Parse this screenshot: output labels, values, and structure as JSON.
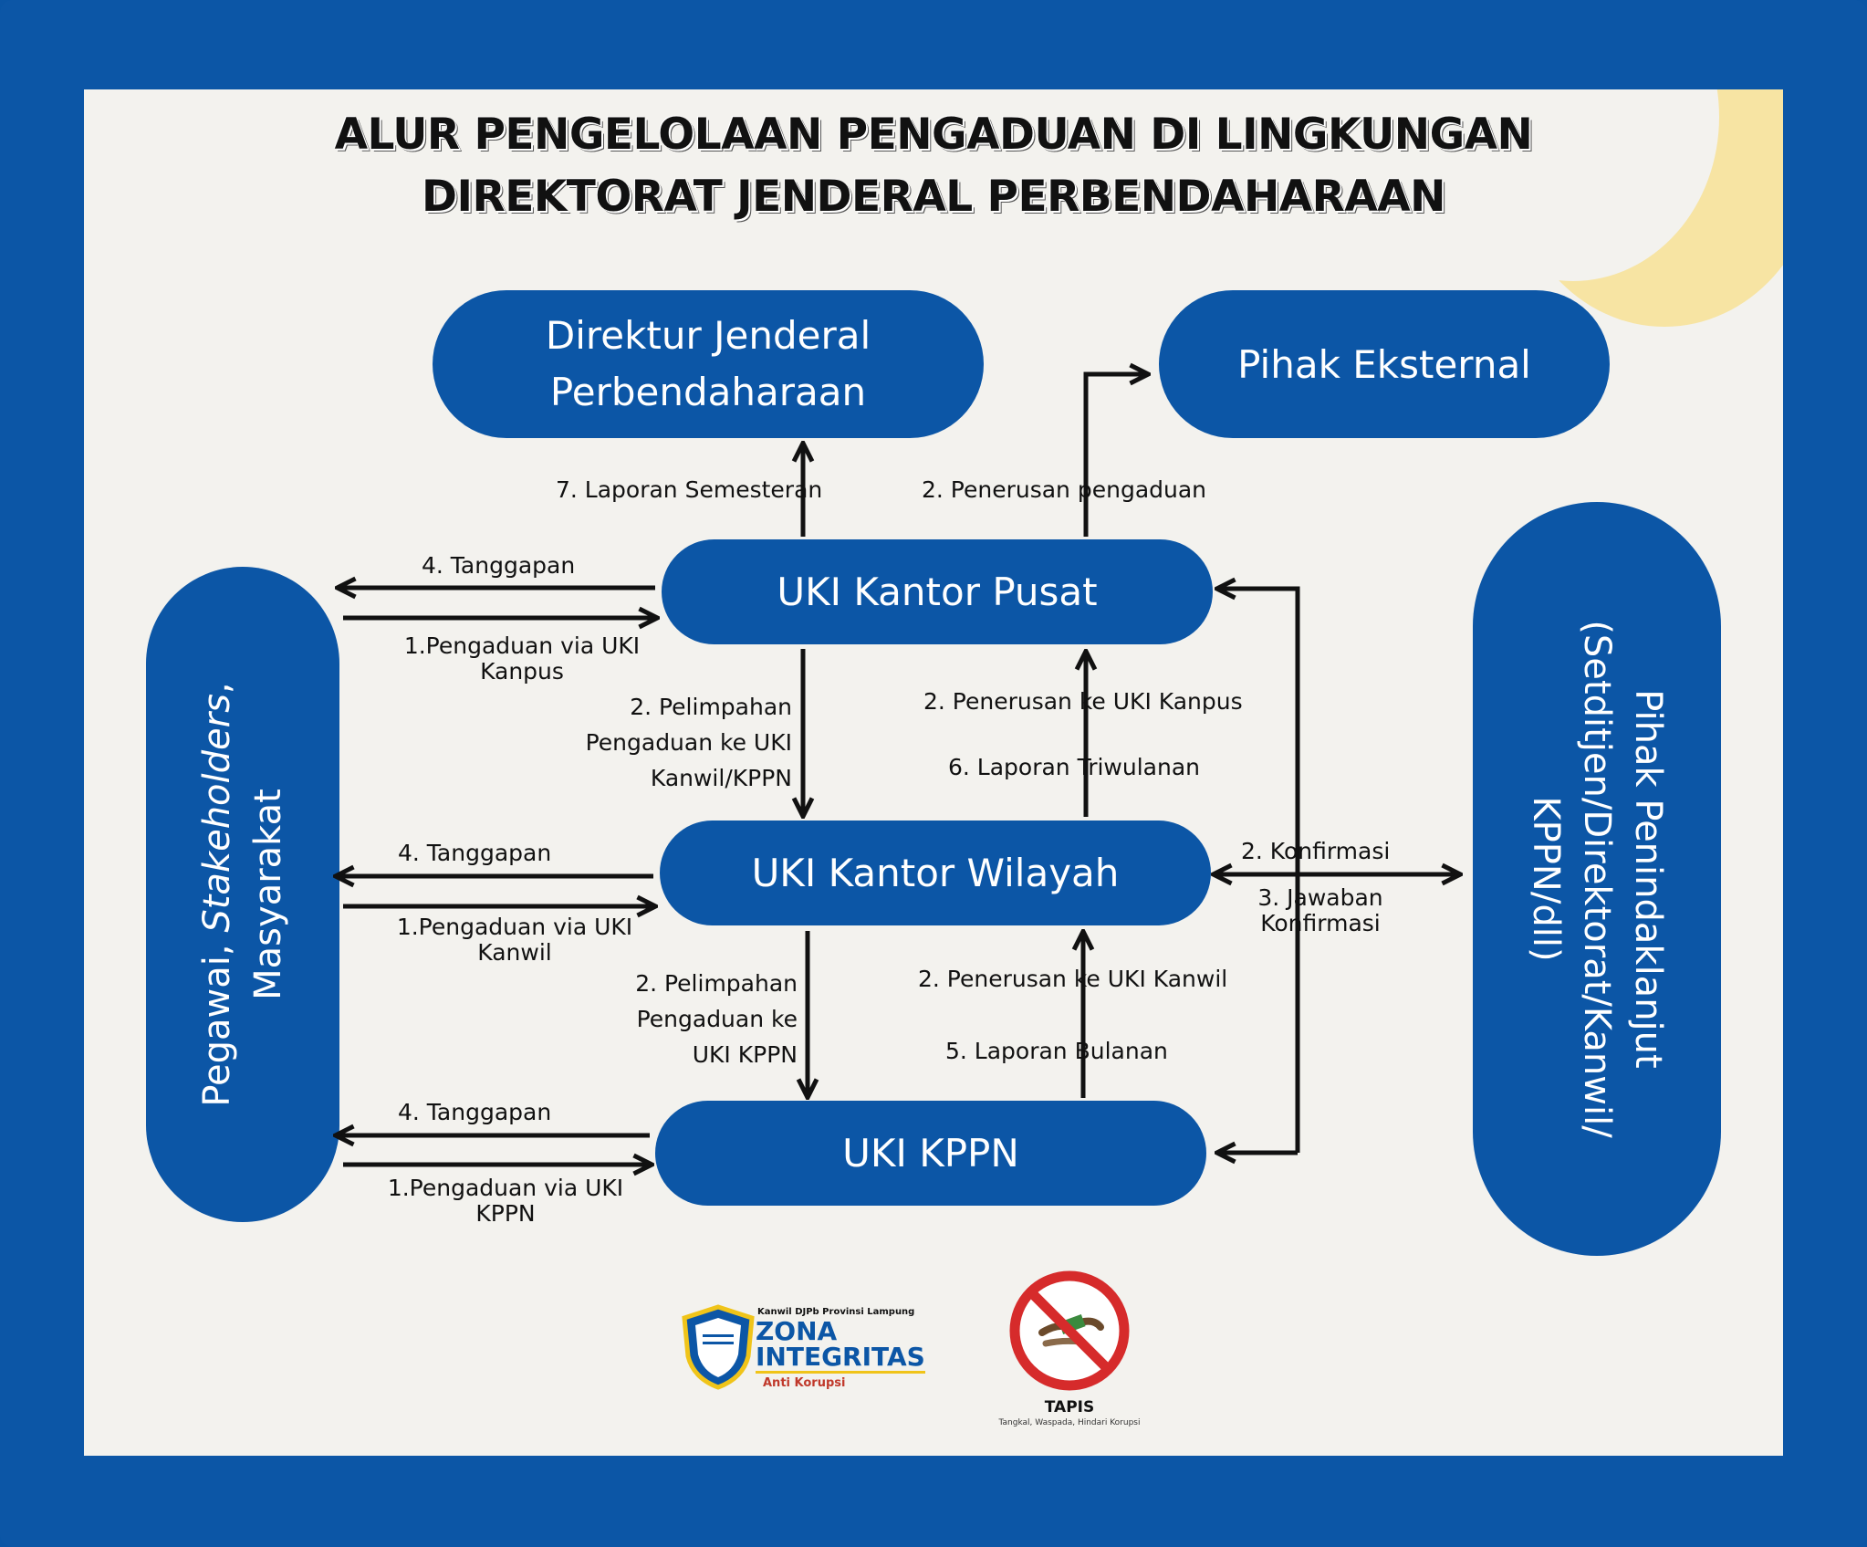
{
  "title_line1": "ALUR PENGELOLAAN PENGADUAN DI LINGKUNGAN",
  "title_line2": "DIREKTORAT JENDERAL PERBENDAHARAAN",
  "nodes": {
    "dirjen_line1": "Direktur Jenderal",
    "dirjen_line2": "Perbendaharaan",
    "eksternal": "Pihak Eksternal",
    "kanpus": "UKI Kantor Pusat",
    "kanwil": "UKI Kantor Wilayah",
    "kppn": "UKI KPPN",
    "pegawai_line1_a": "Pegawai, ",
    "pegawai_line1_b": "Stakeholders",
    "pegawai_line1_c": ",",
    "pegawai_line2": "Masyarakat",
    "penindak_line1": "Pihak Penindaklanjut",
    "penindak_line2": "(Setditjen/Direktorat/Kanwil/",
    "penindak_line3": "KPPN/dll)"
  },
  "labels": {
    "laporan_semesteran": "7. Laporan Semesteran",
    "penerusan_pengaduan": "2. Penerusan pengaduan",
    "tanggapan_kanpus": "4. Tanggapan",
    "pengaduan_kanpus_1": "1.Pengaduan via UKI",
    "pengaduan_kanpus_2": "Kanpus",
    "pelimpahan_kanwil_1": "2. Pelimpahan",
    "pelimpahan_kanwil_2": "Pengaduan ke UKI",
    "pelimpahan_kanwil_3": "Kanwil/KPPN",
    "penerusan_kanpus": "2. Penerusan ke UKI Kanpus",
    "laporan_triwulanan": "6. Laporan Triwulanan",
    "tanggapan_kanwil": "4. Tanggapan",
    "pengaduan_kanwil_1": "1.Pengaduan via UKI",
    "pengaduan_kanwil_2": "Kanwil",
    "konfirmasi": "2. Konfirmasi",
    "jawaban_1": "3. Jawaban",
    "jawaban_2": "Konfirmasi",
    "pelimpahan_kppn_1": "2. Pelimpahan",
    "pelimpahan_kppn_2": "Pengaduan ke",
    "pelimpahan_kppn_3": "UKI KPPN",
    "penerusan_kanwil": "2. Penerusan ke UKI Kanwil",
    "laporan_bulanan": "5. Laporan Bulanan",
    "tanggapan_kppn": "4. Tanggapan",
    "pengaduan_kppn_1": "1.Pengaduan via UKI",
    "pengaduan_kppn_2": "KPPN"
  },
  "logos": {
    "zi_caption": "Kanwil DJPb Provinsi Lampung",
    "zi_line1": "ZONA",
    "zi_line2": "INTEGRITAS",
    "zi_anti": "Anti Korupsi",
    "tapis_name": "TAPIS",
    "tapis_tagline": "Tangkal, Waspada, Hindari Korupsi"
  },
  "colors": {
    "primary_blue": "#0c56a6",
    "background": "#f3f2ee",
    "accent_yellow": "#f7e4a3",
    "no_sign_red": "#d62b2b"
  }
}
